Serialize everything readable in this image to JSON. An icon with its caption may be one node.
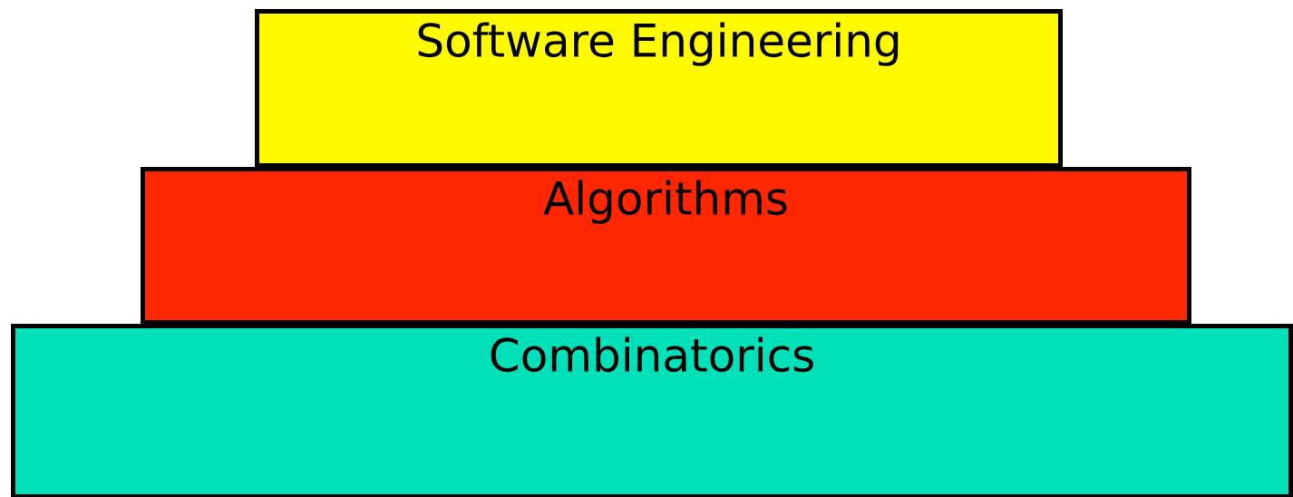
{
  "diagram": {
    "nodes": [
      {
        "text": [
          "Software Engineering"
        ]
      },
      {
        "text": [
          "Algorithms"
        ]
      },
      {
        "text": [
          "Combinatorics"
        ]
      }
    ]
  }
}
